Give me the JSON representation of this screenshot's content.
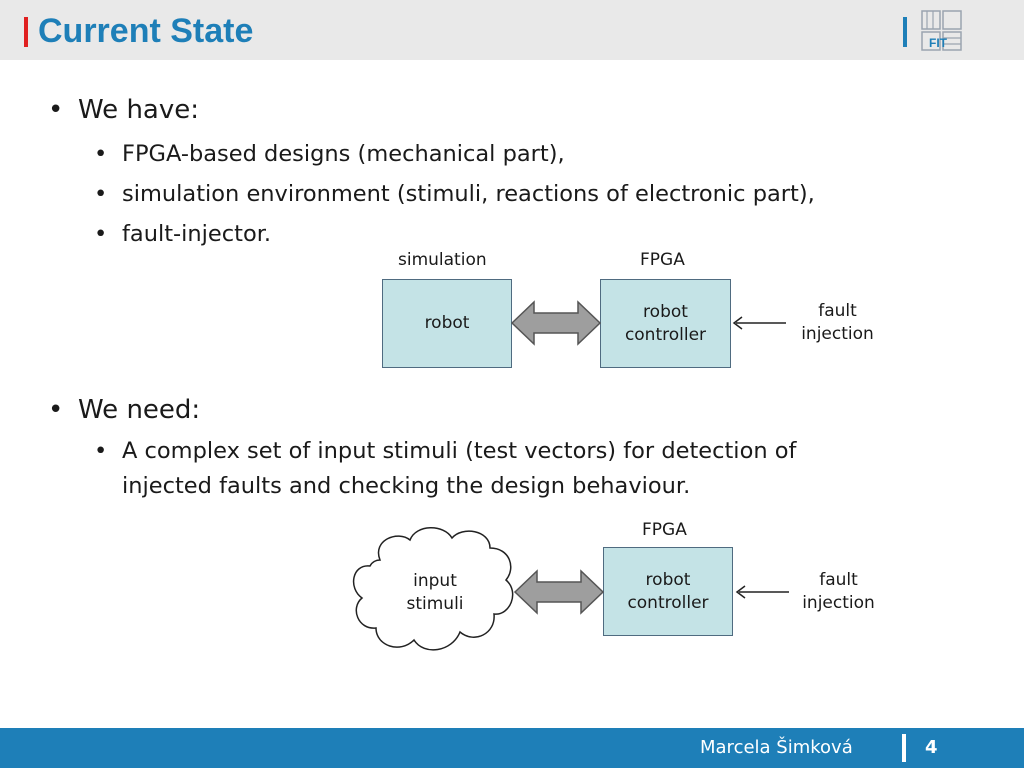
{
  "header": {
    "title": "Current State",
    "logo_text": "FIT"
  },
  "content": {
    "have": {
      "heading": "We have:",
      "items": [
        "FPGA-based designs (mechanical part),",
        "simulation environment (stimuli, reactions of electronic part),",
        "fault-injector."
      ]
    },
    "need": {
      "heading": "We need:",
      "items": [
        {
          "line1": "A complex set of input stimuli (test vectors) for detection of",
          "line2": "injected faults and checking the design behaviour."
        }
      ]
    }
  },
  "diagram1": {
    "left_caption": "simulation",
    "right_caption": "FPGA",
    "left_box": "robot",
    "right_box_line1": "robot",
    "right_box_line2": "controller",
    "fault_line1": "fault",
    "fault_line2": "injection"
  },
  "diagram2": {
    "right_caption": "FPGA",
    "cloud_line1": "input",
    "cloud_line2": "stimuli",
    "right_box_line1": "robot",
    "right_box_line2": "controller",
    "fault_line1": "fault",
    "fault_line2": "injection"
  },
  "footer": {
    "author": "Marcela Šimková",
    "page": "4"
  },
  "colors": {
    "accent_blue": "#1e7fb8",
    "title_red": "#e02020",
    "box_fill": "#c4e3e6",
    "arrow_fill": "#9e9e9e"
  }
}
